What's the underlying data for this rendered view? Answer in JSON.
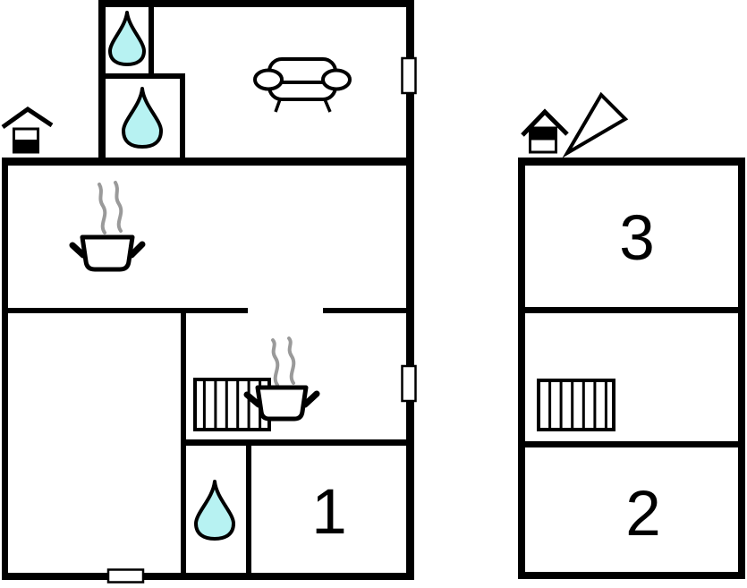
{
  "colors": {
    "wall": "#000000",
    "water_drop_fill": "#b7f2f2",
    "steam_gray": "#9a9a9a",
    "background": "#ffffff"
  },
  "labels": {
    "room1": "1",
    "room2": "2",
    "room3": "3"
  },
  "plan": {
    "type": "floor-plan",
    "buildings": [
      {
        "name": "main-house",
        "rooms": [
          {
            "id": "bathroom-top",
            "feature": "water-drop"
          },
          {
            "id": "bathroom-middle",
            "feature": "water-drop"
          },
          {
            "id": "living-room",
            "feature": "sofa"
          },
          {
            "id": "kitchen",
            "feature": "cooking-pot-with-steam"
          },
          {
            "id": "hall",
            "features": [
              "staircase",
              "cooking-pot-with-steam"
            ]
          },
          {
            "id": "bathroom-bottom",
            "feature": "water-drop"
          },
          {
            "id": "bedroom-1",
            "label": "1"
          }
        ],
        "windows": 3,
        "markers": [
          "entrance-house"
        ]
      },
      {
        "name": "annex",
        "rooms": [
          {
            "id": "room-3",
            "label": "3"
          },
          {
            "id": "landing",
            "feature": "staircase"
          },
          {
            "id": "room-2",
            "label": "2"
          }
        ],
        "markers": [
          "entrance-house",
          "entrance-direction-arrow"
        ]
      }
    ]
  }
}
